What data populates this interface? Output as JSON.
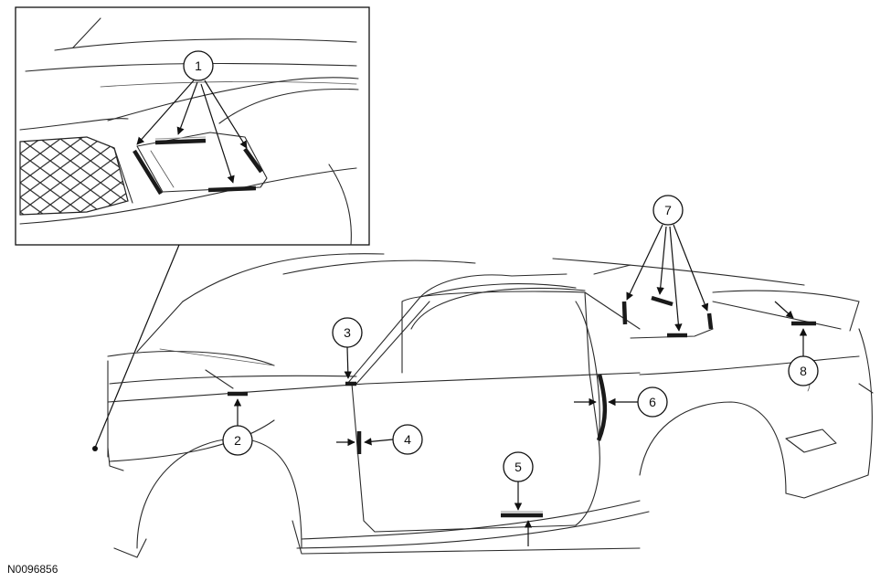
{
  "figure": {
    "reference_code": "N0096856",
    "callouts": [
      "1",
      "2",
      "3",
      "4",
      "5",
      "6",
      "7",
      "8"
    ]
  }
}
